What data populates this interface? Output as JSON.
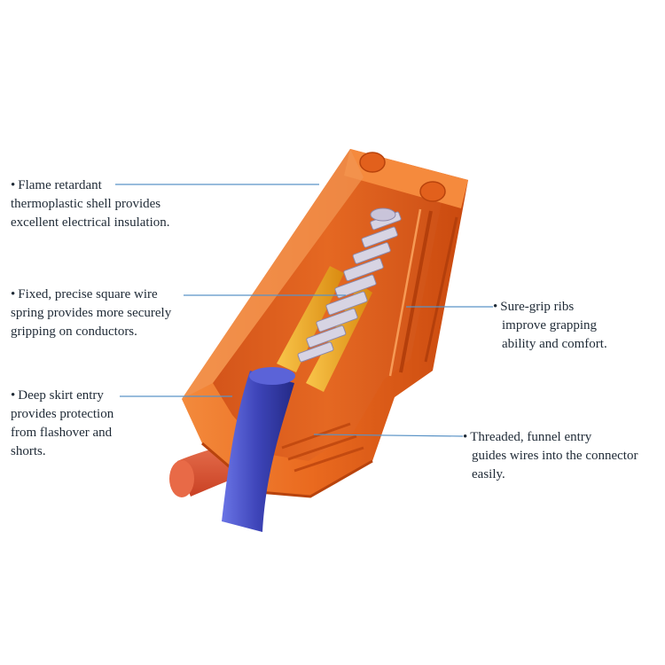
{
  "diagram": {
    "callouts": [
      {
        "id": "flame-retardant-shell",
        "lines": [
          "Flame retardant",
          "thermoplastic shell provides",
          "excellent electrical insulation."
        ]
      },
      {
        "id": "square-wire-spring",
        "lines": [
          "Fixed, precise square wire",
          "spring provides more securely",
          "gripping on conductors."
        ]
      },
      {
        "id": "deep-skirt-entry",
        "lines": [
          "Deep skirt entry",
          "provides protection",
          "from flashover and",
          "shorts."
        ]
      },
      {
        "id": "sure-grip-ribs",
        "lines": [
          "Sure-grip ribs",
          "improve grapping",
          "ability and comfort."
        ]
      },
      {
        "id": "threaded-funnel-entry",
        "lines": [
          "Threaded, funnel entry",
          "guides wires into the connector",
          "easily."
        ]
      }
    ],
    "colors": {
      "shell": "#e8621a",
      "shell_dark": "#c4470d",
      "shell_light": "#f8913f",
      "spring": "#d7d4e3",
      "conductor": "#f0a81c",
      "blue_wire": "#3d44b8",
      "red_wire": "#e35a3a",
      "leader_line": "#5a93c6",
      "text": "#1f2a36"
    }
  }
}
